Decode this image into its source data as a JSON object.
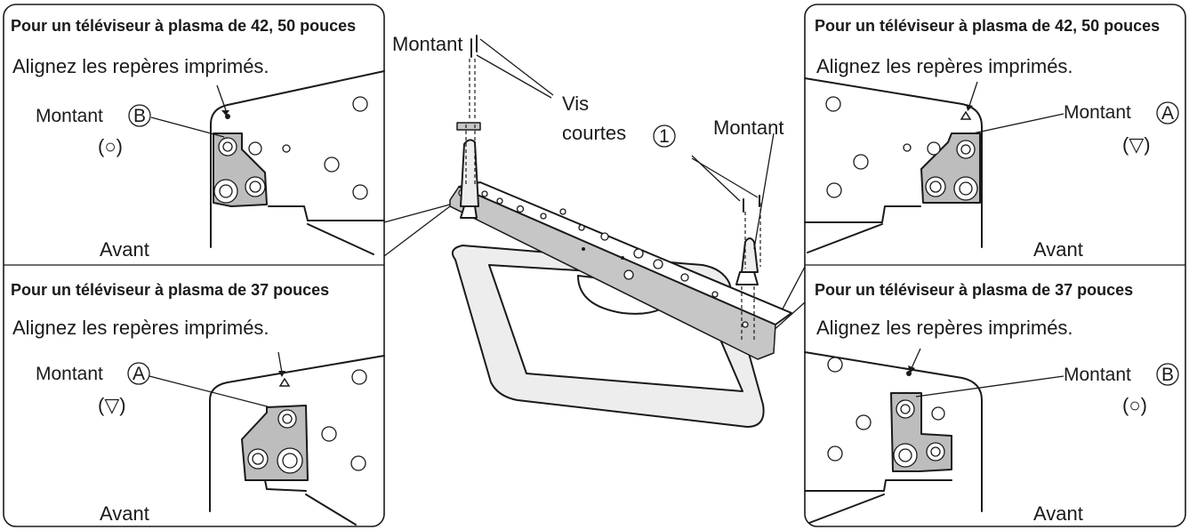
{
  "panels": {
    "top_left": {
      "header": "Pour un téléviseur à plasma de 42, 50 pouces",
      "instruction": "Alignez les repères imprimés.",
      "post_label": "Montant",
      "post_letter": "B",
      "mark": "(○)",
      "front_label": "Avant"
    },
    "bottom_left": {
      "header": "Pour un téléviseur à plasma de 37 pouces",
      "instruction": "Alignez les repères imprimés.",
      "post_label": "Montant",
      "post_letter": "A",
      "mark": "(▽)",
      "front_label": "Avant"
    },
    "top_right": {
      "header": "Pour un téléviseur à plasma de 42, 50 pouces",
      "instruction": "Alignez les repères imprimés.",
      "post_label": "Montant",
      "post_letter": "A",
      "mark": "(▽)",
      "front_label": "Avant"
    },
    "bottom_right": {
      "header": "Pour un téléviseur à plasma de 37 pouces",
      "instruction": "Alignez les repères imprimés.",
      "post_label": "Montant",
      "post_letter": "B",
      "mark": "(○)",
      "front_label": "Avant"
    }
  },
  "center": {
    "left_post_label": "Montant",
    "right_post_label": "Montant",
    "screws_line1": "Vis",
    "screws_line2": "courtes",
    "screws_number": "1"
  }
}
